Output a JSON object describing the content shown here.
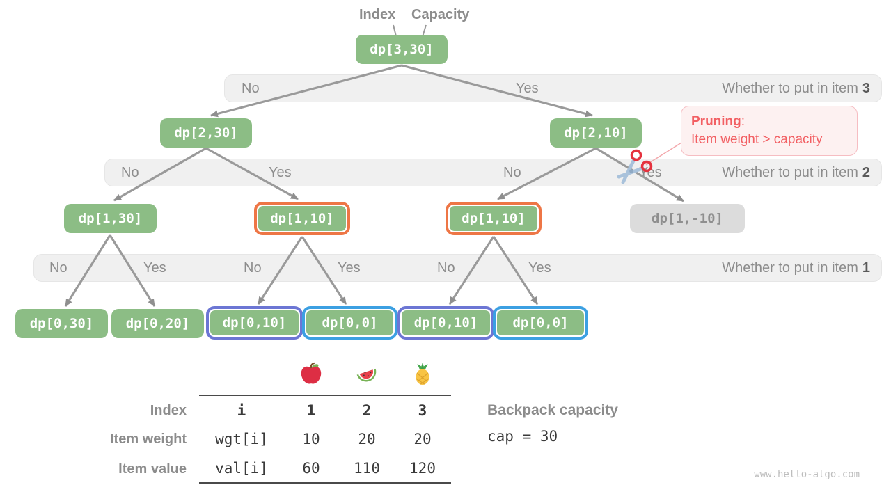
{
  "pointer_labels": {
    "index": "Index",
    "capacity": "Capacity"
  },
  "nodes": {
    "root": {
      "label": "dp[3,30]"
    },
    "d2_30": {
      "label": "dp[2,30]"
    },
    "d2_10": {
      "label": "dp[2,10]"
    },
    "d1_30": {
      "label": "dp[1,30]"
    },
    "d1_10a": {
      "label": "dp[1,10]"
    },
    "d1_10b": {
      "label": "dp[1,10]"
    },
    "d1_n10": {
      "label": "dp[1,-10]"
    },
    "d0_30": {
      "label": "dp[0,30]"
    },
    "d0_20": {
      "label": "dp[0,20]"
    },
    "d0_10a": {
      "label": "dp[0,10]"
    },
    "d0_0a": {
      "label": "dp[0,0]"
    },
    "d0_10b": {
      "label": "dp[0,10]"
    },
    "d0_0b": {
      "label": "dp[0,0]"
    }
  },
  "bands": [
    {
      "question": "Whether to put in item",
      "item": "3",
      "choices": [
        "No",
        "Yes"
      ]
    },
    {
      "question": "Whether to put in item",
      "item": "2",
      "choices": [
        "No",
        "Yes",
        "No",
        "Yes"
      ]
    },
    {
      "question": "Whether to put in item",
      "item": "1",
      "choices": [
        "No",
        "Yes",
        "No",
        "Yes",
        "No",
        "Yes"
      ]
    }
  ],
  "pruning": {
    "title": "Pruning",
    "colon": ":",
    "reason": "Item weight > capacity"
  },
  "table": {
    "row_labels": [
      "Index",
      "Item weight",
      "Item value"
    ],
    "header_row": [
      "i",
      "1",
      "2",
      "3"
    ],
    "weight_row": [
      "wgt[i]",
      "10",
      "20",
      "20"
    ],
    "value_row": [
      "val[i]",
      "60",
      "110",
      "120"
    ],
    "fruits": [
      "apple",
      "watermelon",
      "pineapple"
    ]
  },
  "capacity": {
    "label": "Backpack capacity",
    "value": "cap = 30"
  },
  "watermark": "www.hello-algo.com",
  "colors": {
    "node_green": "#8CBD85",
    "highlight_orange": "#EE7646",
    "highlight_purple": "#6C76D4",
    "highlight_blue": "#3CA0E2",
    "pruned_gray": "#DCDCDC",
    "pruning_red": "#F25F63",
    "band_gray": "#F0F0F0",
    "arrow_gray": "#999999"
  }
}
